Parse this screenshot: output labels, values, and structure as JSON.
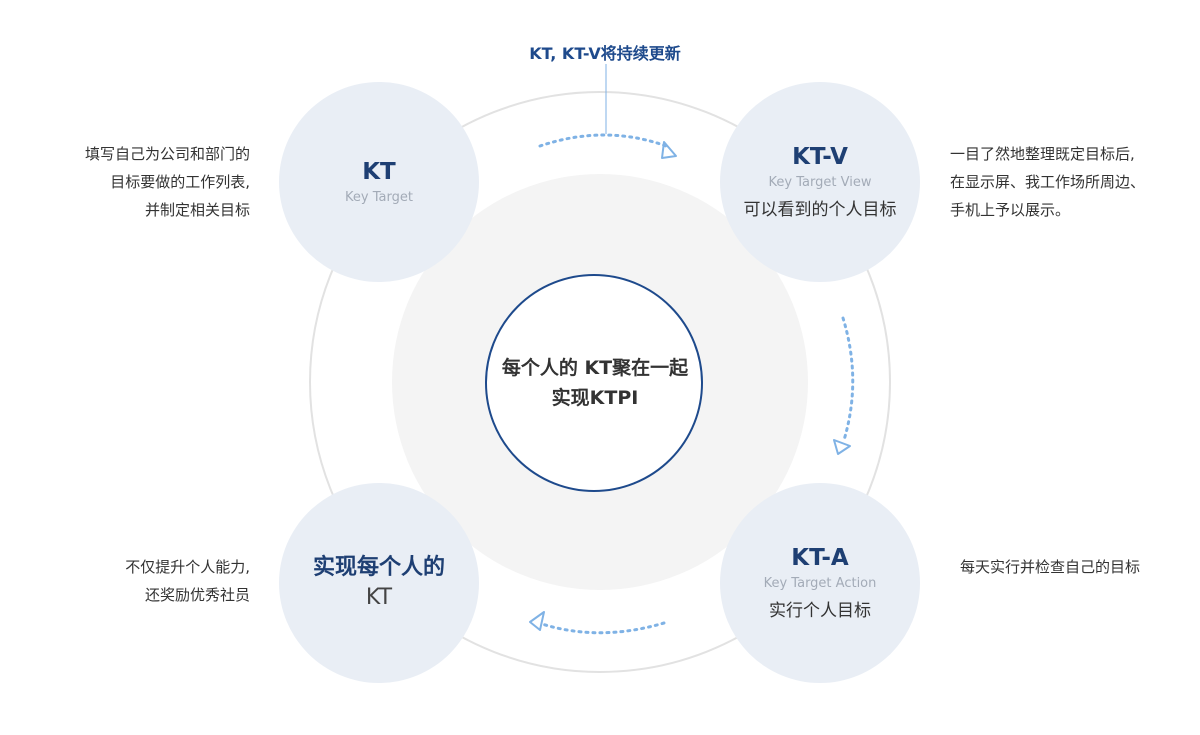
{
  "top_label": "KT, KT-V将持续更新",
  "center": {
    "line1": "每个人的 KT聚在一起",
    "line2": "实现KTPI"
  },
  "nodes": {
    "kt": {
      "name": "KT",
      "sub": "Key Target"
    },
    "ktv": {
      "name": "KT-V",
      "sub": "Key Target View",
      "caption": "可以看到的个人目标"
    },
    "kta": {
      "name": "KT-A",
      "sub": "Key Target Action",
      "caption": "实行个人目标"
    },
    "ktr": {
      "line1": "实现每个人的",
      "line2": "KT"
    }
  },
  "descriptions": {
    "kt": [
      "填写自己为公司和部门的",
      "目标要做的工作列表,",
      "并制定相关目标"
    ],
    "ktv": [
      "一目了然地整理既定目标后,",
      "在显示屏、我工作场所周边、",
      "手机上予以展示。"
    ],
    "kta": [
      "每天实行并检查自己的目标"
    ],
    "ktr": [
      "不仅提升个人能力,",
      "还奖励优秀社员"
    ]
  },
  "colors": {
    "node_fill": "#e9eef5",
    "accent": "#1e3f73",
    "arrow": "#7fb2e5",
    "ring": "#e2e2e2",
    "inner_disc": "#f4f4f4"
  },
  "icons": [
    "dotted-arrow-icon"
  ]
}
